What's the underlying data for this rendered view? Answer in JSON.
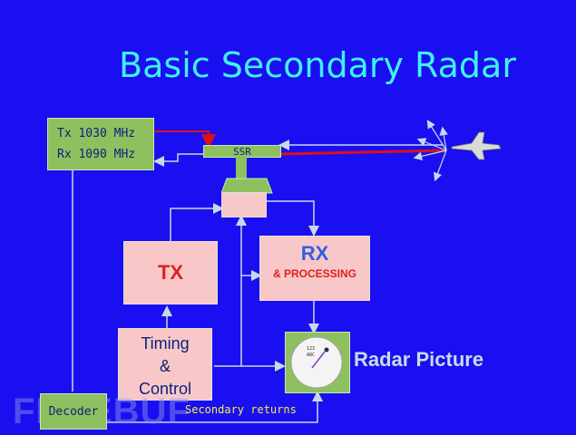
{
  "title": "Basic Secondary Radar",
  "transceiver": {
    "tx_label": "Tx 1030 MHz",
    "rx_label": "Rx 1090 MHz"
  },
  "ssr_label": "SSR",
  "tx_block": "TX",
  "rx_block": {
    "title": "RX",
    "subtitle": "& PROCESSING"
  },
  "timing_block": {
    "line1": "Timing",
    "line2": "&",
    "line3": "Control"
  },
  "decoder_label": "Decoder",
  "secondary_returns": "Secondary returns",
  "radar_picture": "Radar Picture",
  "scope_text": {
    "line1": "123",
    "line2": "ABC"
  },
  "watermark": "FREEBUF",
  "colors": {
    "background": "#1a0ff0",
    "title": "#40f0f0",
    "green_box": "#8fc060",
    "pink_box": "#f8c8c8",
    "arrow": "#c8d8e8",
    "signal": "#e01010"
  }
}
